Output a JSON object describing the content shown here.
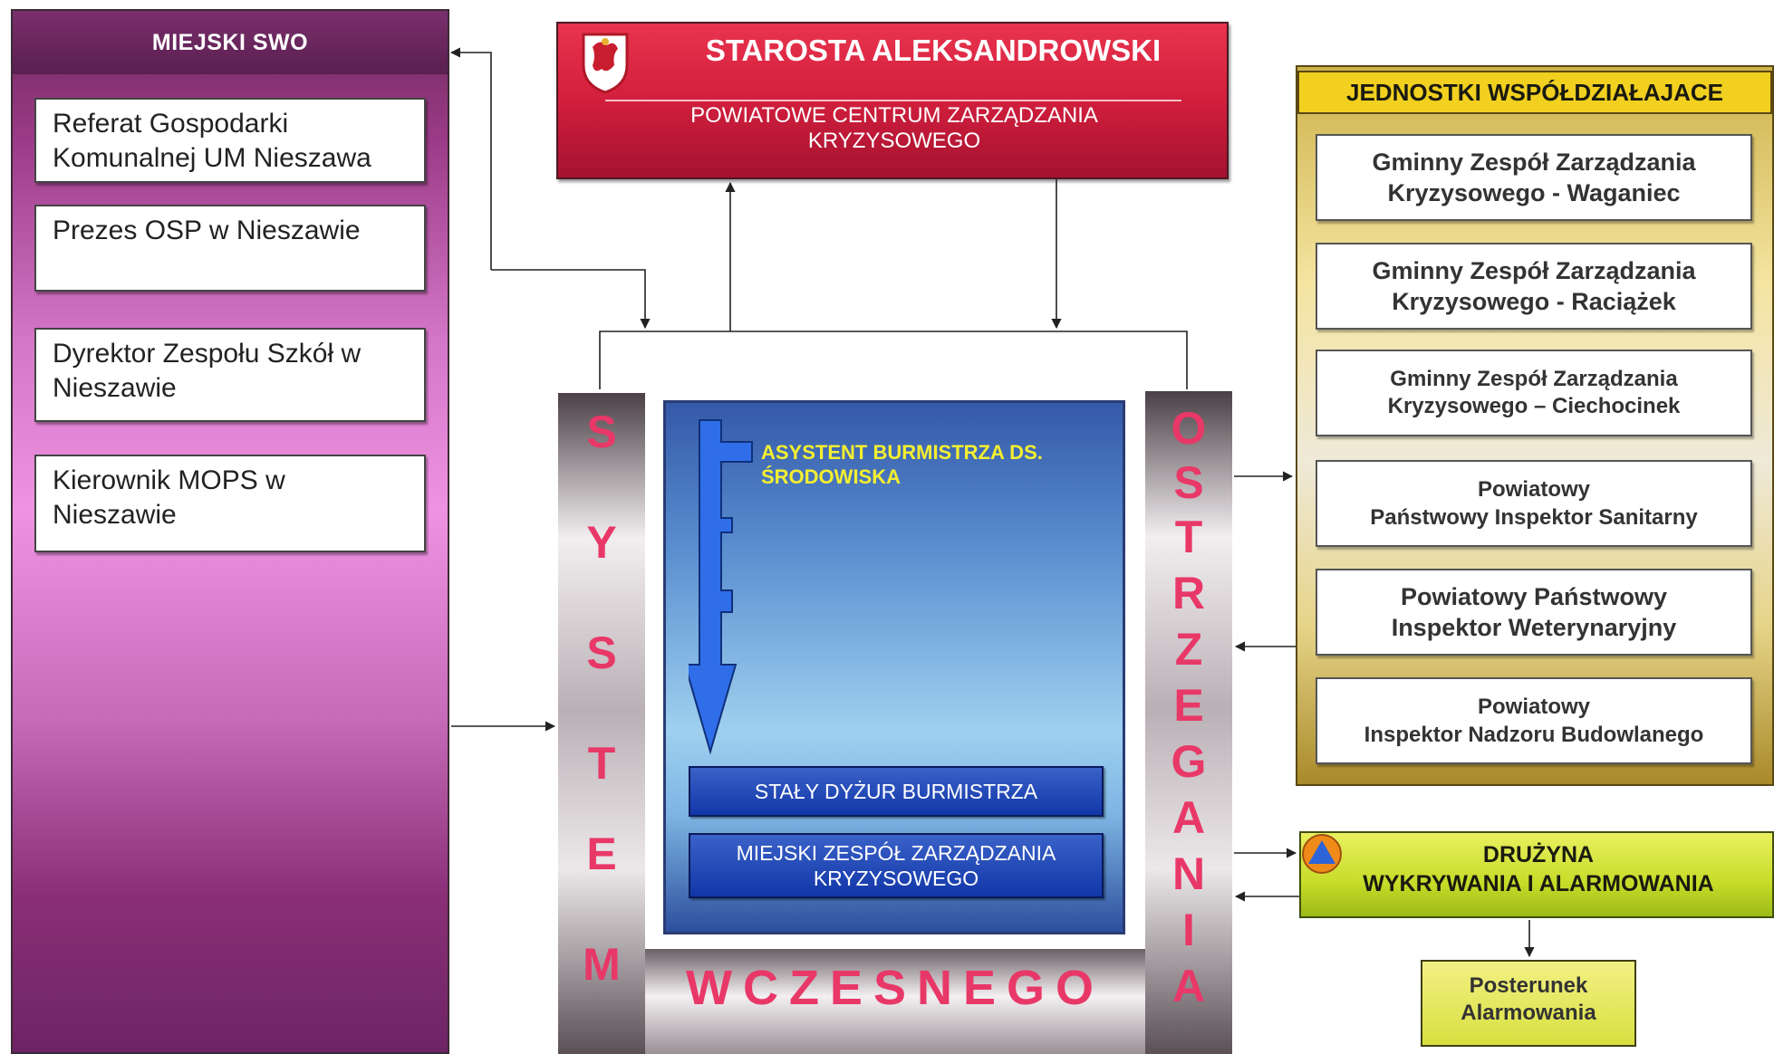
{
  "left": {
    "header": "MIEJSKI SWO",
    "boxes": [
      "Referat Gospodarki\nKomunalnej UM Nieszawa",
      "Prezes OSP w Nieszawie",
      "Dyrektor Zespołu Szkół w\nNieszawie",
      "Kierownik MOPS w\nNieszawie"
    ]
  },
  "top": {
    "title": "STAROSTA ALEKSANDROWSKI",
    "subtitle": "POWIATOWE CENTRUM ZARZĄDZANIA\nKRYZYSOWEGO"
  },
  "system": {
    "left_letters": [
      "S",
      "Y",
      "S",
      "T",
      "E",
      "M"
    ],
    "right_letters": [
      "O",
      "S",
      "T",
      "R",
      "Z",
      "E",
      "G",
      "A",
      "N",
      "I",
      "A"
    ],
    "bottom_word": "WCZESNEGO"
  },
  "center": {
    "assistant_label": "ASYSTENT BURMISTRZA DS.\n   ŚRODOWISKA",
    "duty_label": "STAŁY DYŻUR BURMISTRZA",
    "team_label": "MIEJSKI ZESPÓŁ ZARZĄDZANIA\nKRYZYSOWEGO"
  },
  "right": {
    "header": "JEDNOSTKI WSPÓŁDZIAŁAJACE",
    "boxes": [
      {
        "line1": "Gminny Zespół Zarządzania",
        "line2": "Kryzysowego - Waganiec"
      },
      {
        "line1": "Gminny Zespół Zarządzania",
        "line2": "Kryzysowego - Raciążek"
      },
      {
        "line1": "Gminny Zespół Zarządzania",
        "line2": "Kryzysowego – Ciechocinek"
      },
      {
        "line1": "Powiatowy",
        "line2": "Państwowy Inspektor Sanitarny"
      },
      {
        "line1": "Powiatowy Państwowy",
        "line2": "Inspektor Weterynaryjny"
      },
      {
        "line1": "Powiatowy",
        "line2": "Inspektor Nadzoru Budowlanego"
      }
    ]
  },
  "alarm": {
    "line1": "DRUŻYNA",
    "line2": "WYKRYWANIA I ALARMOWANIA",
    "post": "Posterunek\nAlarmowania"
  },
  "colors": {
    "letters": "#e83868",
    "yellow_text": "#f4ef30",
    "top_red": "#d5203e",
    "left_purple": "#9a3a86"
  }
}
